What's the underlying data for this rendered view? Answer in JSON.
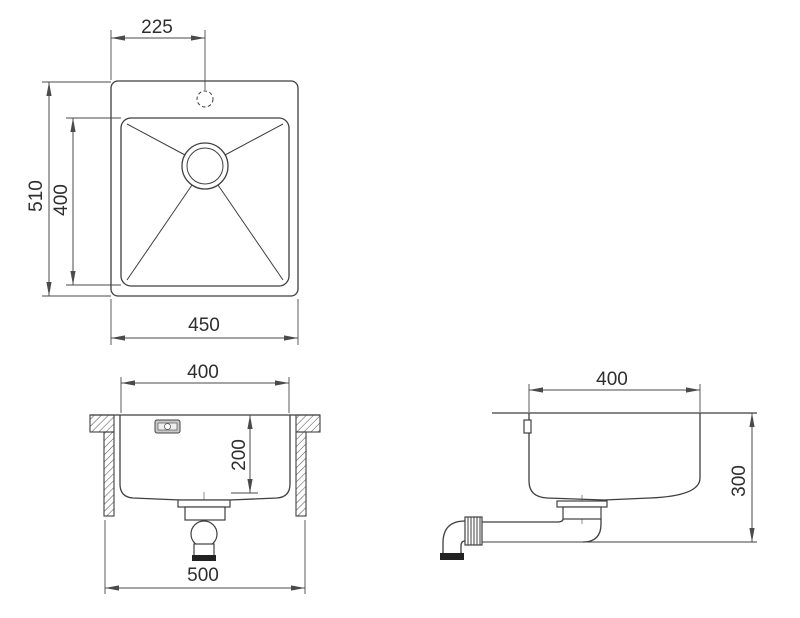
{
  "colors": {
    "background": "#ffffff",
    "line": "#3f3f3f",
    "dimension_line": "#4a4a4a",
    "text": "#2e2e2e",
    "pipe_cap_fill": "#222222"
  },
  "views": {
    "top_view": {
      "dimensions": {
        "faucet_offset": "225",
        "overall_depth": "510",
        "bowl_depth": "400",
        "overall_width": "450"
      }
    },
    "front_view": {
      "dimensions": {
        "bowl_width": "400",
        "bowl_height": "200",
        "overall_width": "500"
      }
    },
    "side_view": {
      "dimensions": {
        "bowl_width": "400",
        "install_height": "300"
      }
    }
  }
}
